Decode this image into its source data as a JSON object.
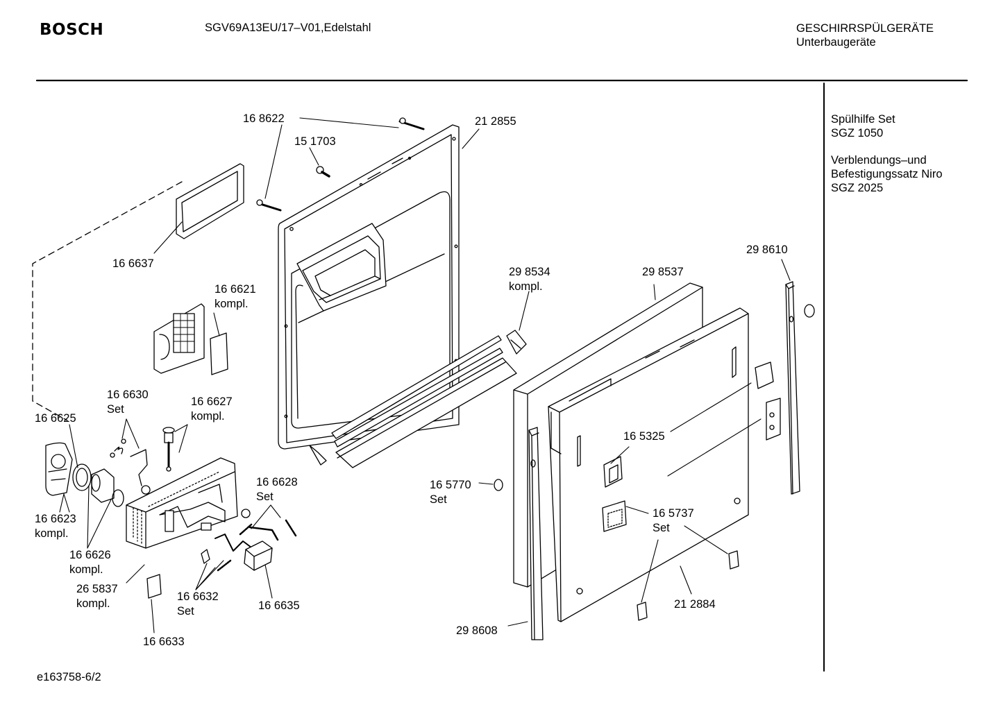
{
  "header": {
    "brand": "BOSCH",
    "model": "SGV69A13EU/17–V01,Edelstahl",
    "category": "GESCHIRRSPÜLGERÄTE",
    "subcategory": "Unterbaugeräte"
  },
  "sidebar": {
    "lines": [
      "Spülhilfe Set",
      "SGZ 1050",
      "Verblendungs–und",
      "Befestigungssatz Niro",
      "SGZ 2025"
    ]
  },
  "footer": {
    "code": "e163758-6/2"
  },
  "parts": [
    {
      "id": "p168622",
      "lines": [
        "16 8622"
      ]
    },
    {
      "id": "p151703",
      "lines": [
        "15 1703"
      ]
    },
    {
      "id": "p212855",
      "lines": [
        "21 2855"
      ]
    },
    {
      "id": "p166637",
      "lines": [
        "16 6637"
      ]
    },
    {
      "id": "p166621",
      "lines": [
        "16 6621",
        "kompl."
      ]
    },
    {
      "id": "p166630",
      "lines": [
        "16 6630",
        "Set"
      ]
    },
    {
      "id": "p166627",
      "lines": [
        "16 6627",
        "kompl."
      ]
    },
    {
      "id": "p166625",
      "lines": [
        "16 6625"
      ]
    },
    {
      "id": "p166623",
      "lines": [
        "16 6623",
        "kompl."
      ]
    },
    {
      "id": "p166626",
      "lines": [
        "16 6626",
        "kompl."
      ]
    },
    {
      "id": "p265837",
      "lines": [
        "26 5837",
        "kompl."
      ]
    },
    {
      "id": "p166628",
      "lines": [
        "16 6628",
        "Set"
      ]
    },
    {
      "id": "p166632",
      "lines": [
        "16 6632",
        "Set"
      ]
    },
    {
      "id": "p166635",
      "lines": [
        "16 6635"
      ]
    },
    {
      "id": "p166633",
      "lines": [
        "16 6633"
      ]
    },
    {
      "id": "p298534",
      "lines": [
        "29 8534",
        "kompl."
      ]
    },
    {
      "id": "p298537",
      "lines": [
        "29 8537"
      ]
    },
    {
      "id": "p298610",
      "lines": [
        "29 8610"
      ]
    },
    {
      "id": "p165325",
      "lines": [
        "16 5325"
      ]
    },
    {
      "id": "p165770",
      "lines": [
        "16 5770",
        "Set"
      ]
    },
    {
      "id": "p165737",
      "lines": [
        "16 5737",
        "Set"
      ]
    },
    {
      "id": "p212884",
      "lines": [
        "21 2884"
      ]
    },
    {
      "id": "p298608",
      "lines": [
        "29 8608"
      ]
    }
  ]
}
